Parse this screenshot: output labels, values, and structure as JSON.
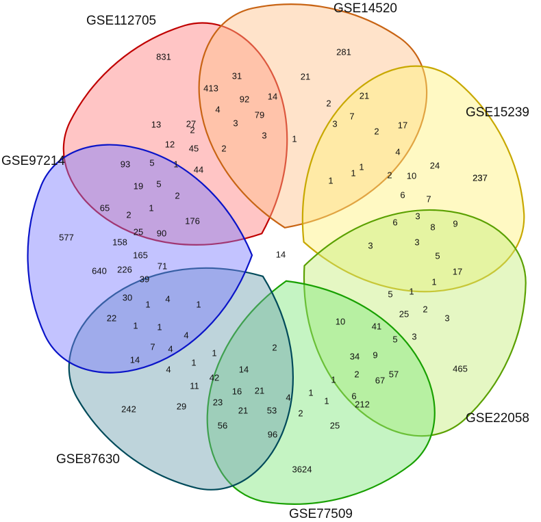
{
  "sets": [
    {
      "id": "s1",
      "label": "GSE112705",
      "stroke": "#c00000",
      "fill": "#ff7f7f"
    },
    {
      "id": "s2",
      "label": "GSE14520",
      "stroke": "#c86414",
      "fill": "#ffc08a"
    },
    {
      "id": "s3",
      "label": "GSE15239",
      "stroke": "#c8a800",
      "fill": "#fff27a"
    },
    {
      "id": "s4",
      "label": "GSE22058",
      "stroke": "#5aa000",
      "fill": "#c6ee7a"
    },
    {
      "id": "s5",
      "label": "GSE77509",
      "stroke": "#18a000",
      "fill": "#7ee67a"
    },
    {
      "id": "s6",
      "label": "GSE87630",
      "stroke": "#004a5a",
      "fill": "#6f9fb0"
    },
    {
      "id": "s7",
      "label": "GSE97214",
      "stroke": "#0a14c8",
      "fill": "#7a7aff"
    }
  ],
  "counts": [
    "831",
    "281",
    "237",
    "465",
    "3624",
    "242",
    "577",
    "14",
    "31",
    "413",
    "92",
    "4",
    "27",
    "2",
    "3",
    "79",
    "14",
    "21",
    "2",
    "3",
    "21",
    "7",
    "13",
    "12",
    "45",
    "2",
    "44",
    "1",
    "3",
    "1",
    "2",
    "17",
    "4",
    "24",
    "1",
    "2",
    "10",
    "6",
    "7",
    "237",
    "1",
    "3",
    "8",
    "9",
    "6",
    "3",
    "3",
    "5",
    "1",
    "17",
    "93",
    "5",
    "1",
    "19",
    "5",
    "2",
    "65",
    "2",
    "1",
    "25",
    "90",
    "176",
    "158",
    "165",
    "226",
    "71",
    "39",
    "640",
    "30",
    "1",
    "4",
    "1",
    "22",
    "1",
    "1",
    "4",
    "7",
    "4",
    "14",
    "1",
    "4",
    "1",
    "42",
    "11",
    "14",
    "21",
    "16",
    "23",
    "29",
    "56",
    "21",
    "53",
    "4",
    "1",
    "1",
    "96",
    "2",
    "25",
    "6",
    "212",
    "67",
    "2",
    "1",
    "34",
    "9",
    "57",
    "3",
    "41",
    "5",
    "25",
    "3",
    "5",
    "1",
    "2",
    "10",
    "2",
    "1",
    "1"
  ]
}
